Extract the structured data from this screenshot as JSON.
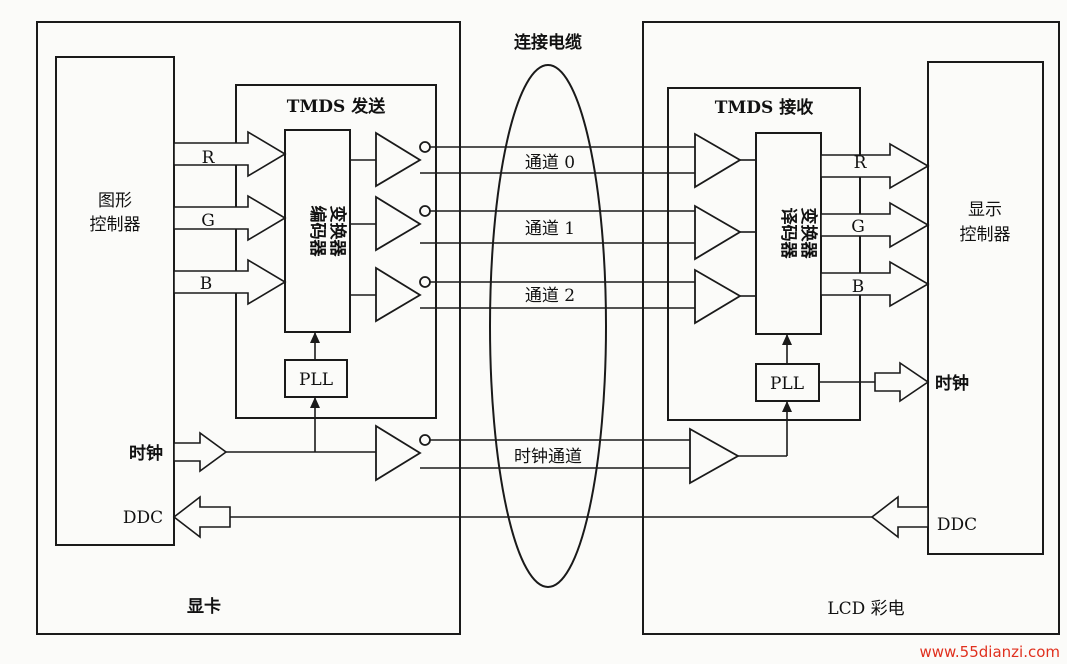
{
  "labels": {
    "cable": "连接电缆",
    "tmds_tx": "TMDS 发送",
    "tmds_rx": "TMDS 接收",
    "graphics_ctrl_1": "图形",
    "graphics_ctrl_2": "控制器",
    "display_ctrl_1": "显示",
    "display_ctrl_2": "控制器",
    "encoder_1": "编码器",
    "encoder_2": "变换器",
    "decoder_1": "译码器",
    "decoder_2": "变换器",
    "pll_tx": "PLL",
    "pll_rx": "PLL",
    "r_tx": "R",
    "g_tx": "G",
    "b_tx": "B",
    "r_rx": "R",
    "g_rx": "G",
    "b_rx": "B",
    "channel0": "通道 0",
    "channel1": "通道 1",
    "channel2": "通道 2",
    "clock_channel": "时钟通道",
    "clock_in": "时钟",
    "clock_out": "时钟",
    "ddc_left": "DDC",
    "ddc_right": "DDC",
    "graphics_card": "显卡",
    "lcd_tv": "LCD 彩电"
  },
  "watermark": "www.55dianzi.com"
}
